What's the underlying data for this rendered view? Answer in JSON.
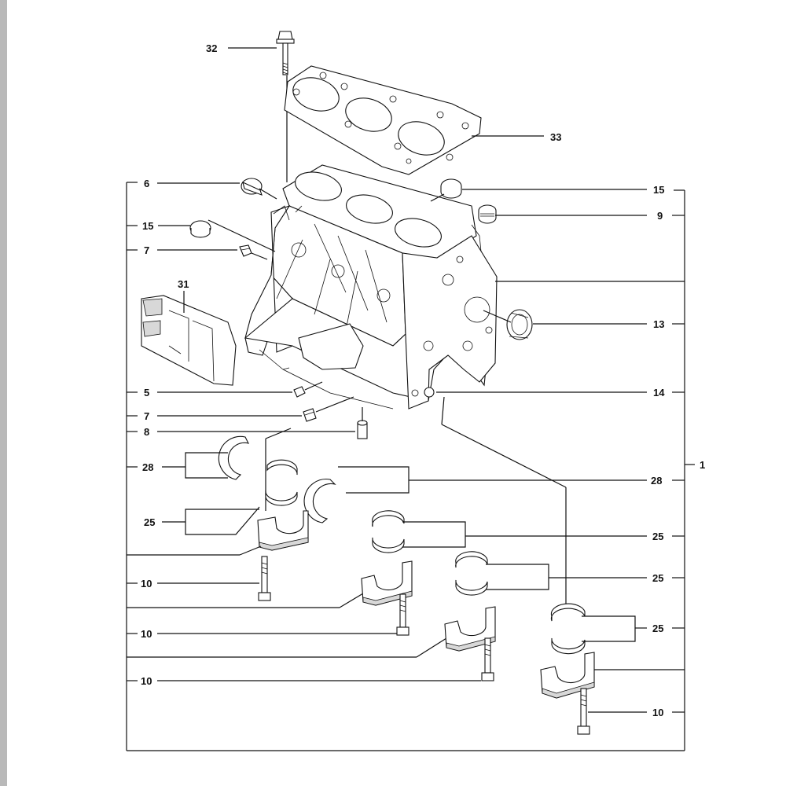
{
  "diagram": {
    "callouts": {
      "c32": "32",
      "c33": "33",
      "c6": "6",
      "c15a": "15",
      "c15b": "15",
      "c9": "9",
      "c7a": "7",
      "c31": "31",
      "c13": "13",
      "c5": "5",
      "c14": "14",
      "c7b": "7",
      "c8": "8",
      "c28a": "28",
      "c28b": "28",
      "c1": "1",
      "c25a": "25",
      "c25b": "25",
      "c25c": "25",
      "c25d": "25",
      "c10a": "10",
      "c10b": "10",
      "c10c": "10",
      "c10d": "10"
    }
  }
}
